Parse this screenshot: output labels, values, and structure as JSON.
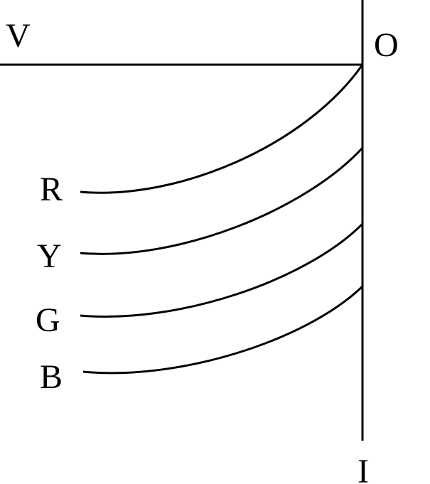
{
  "diagram": {
    "axis_labels": {
      "voltage": "V",
      "origin": "O",
      "current": "I"
    },
    "curves": [
      {
        "label": "R"
      },
      {
        "label": "Y"
      },
      {
        "label": "G"
      },
      {
        "label": "B"
      }
    ]
  }
}
